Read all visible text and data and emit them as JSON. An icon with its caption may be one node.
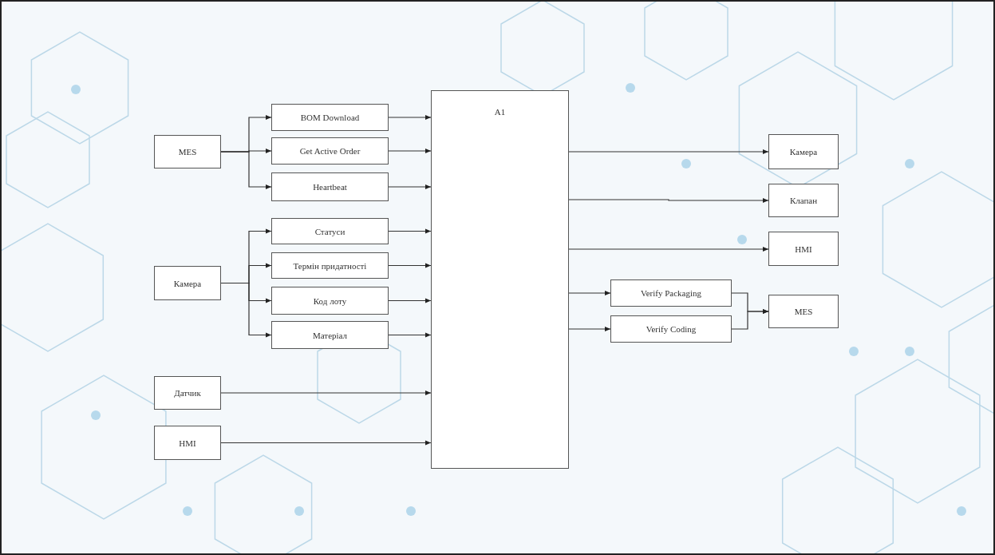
{
  "diagram": {
    "nodes": [
      {
        "text": [
          "MES"
        ]
      },
      {
        "text": [
          "BOM Download"
        ]
      },
      {
        "text": [
          "Get Active Order"
        ]
      },
      {
        "text": [
          "Heartbeat"
        ]
      },
      {
        "text": [
          "Камера"
        ]
      },
      {
        "text": [
          "Статуси"
        ]
      },
      {
        "text": [
          "Термін придатності"
        ]
      },
      {
        "text": [
          "Код лоту"
        ]
      },
      {
        "text": [
          "Матеріал"
        ]
      },
      {
        "text": [
          "Датчик"
        ]
      },
      {
        "text": [
          "HMI"
        ]
      },
      {
        "text": [
          "A1"
        ]
      },
      {
        "text": [
          "Камера"
        ]
      },
      {
        "text": [
          "Клапан"
        ]
      },
      {
        "text": [
          "HMI"
        ]
      },
      {
        "text": [
          "Verify Packaging"
        ]
      },
      {
        "text": [
          "Verify Coding"
        ]
      },
      {
        "text": [
          "MES"
        ]
      }
    ],
    "edges": [
      {
        "from": 0,
        "to": 1,
        "arrow": "to"
      },
      {
        "from": 0,
        "to": 2,
        "arrow": "to"
      },
      {
        "from": 0,
        "to": 3,
        "arrow": "to"
      },
      {
        "from": 4,
        "to": 5,
        "arrow": "to"
      },
      {
        "from": 4,
        "to": 6,
        "arrow": "to"
      },
      {
        "from": 4,
        "to": 7,
        "arrow": "to"
      },
      {
        "from": 4,
        "to": 8,
        "arrow": "to"
      },
      {
        "from": 1,
        "to": 11,
        "arrow": "to"
      },
      {
        "from": 2,
        "to": 11,
        "arrow": "to"
      },
      {
        "from": 3,
        "to": 11,
        "arrow": "to"
      },
      {
        "from": 5,
        "to": 11,
        "arrow": "to"
      },
      {
        "from": 6,
        "to": 11,
        "arrow": "to"
      },
      {
        "from": 7,
        "to": 11,
        "arrow": "to"
      },
      {
        "from": 8,
        "to": 11,
        "arrow": "to"
      },
      {
        "from": 9,
        "to": 11,
        "arrow": "to"
      },
      {
        "from": 10,
        "to": 11,
        "arrow": "to"
      },
      {
        "from": 11,
        "to": 12,
        "arrow": "to"
      },
      {
        "from": 11,
        "to": 13,
        "arrow": "to"
      },
      {
        "from": 11,
        "to": 14,
        "arrow": "to"
      },
      {
        "from": 11,
        "to": 15,
        "arrow": "to"
      },
      {
        "from": 11,
        "to": 16,
        "arrow": "to"
      },
      {
        "from": 15,
        "to": 17,
        "arrow": "to"
      },
      {
        "from": 16,
        "to": 17,
        "arrow": "to"
      }
    ]
  }
}
